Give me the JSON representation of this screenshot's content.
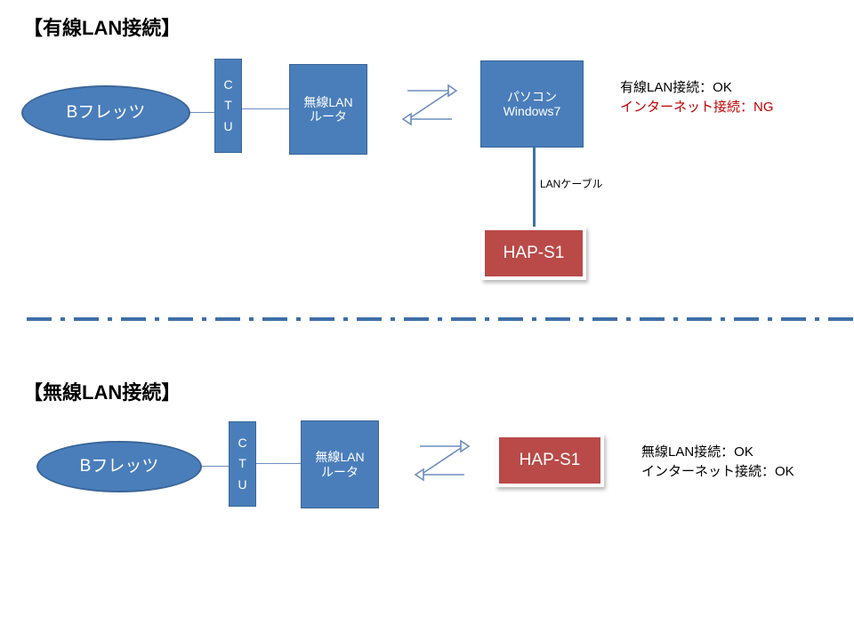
{
  "page": {
    "background": "#ffffff",
    "accent_blue": "#4A7EBB",
    "accent_blue_border": "#3A6699",
    "accent_red": "#B94A48",
    "ng_text_color": "#C00000",
    "line_color": "#6C8EBF"
  },
  "sections": {
    "wired": {
      "title": "【有線LAN接続】",
      "nodes": {
        "isp": "Bフレッツ",
        "ctu": "CTU",
        "ctu_letters": [
          "C",
          "T",
          "U"
        ],
        "router_line1": "無線LAN",
        "router_line2": "ルータ",
        "pc_line1": "パソコン",
        "pc_line2": "Windows7",
        "device": "HAP-S1"
      },
      "cable_label": "LANケーブル",
      "status": [
        {
          "text": "有線LAN接続：OK",
          "state": "ok"
        },
        {
          "text": "インターネット接続：NG",
          "state": "ng"
        }
      ]
    },
    "wireless": {
      "title": "【無線LAN接続】",
      "nodes": {
        "isp": "Bフレッツ",
        "ctu": "CTU",
        "ctu_letters": [
          "C",
          "T",
          "U"
        ],
        "router_line1": "無線LAN",
        "router_line2": "ルータ",
        "device": "HAP-S1"
      },
      "status": [
        {
          "text": "無線LAN接続：OK",
          "state": "ok"
        },
        {
          "text": "インターネット接続：OK",
          "state": "ok"
        }
      ]
    }
  }
}
